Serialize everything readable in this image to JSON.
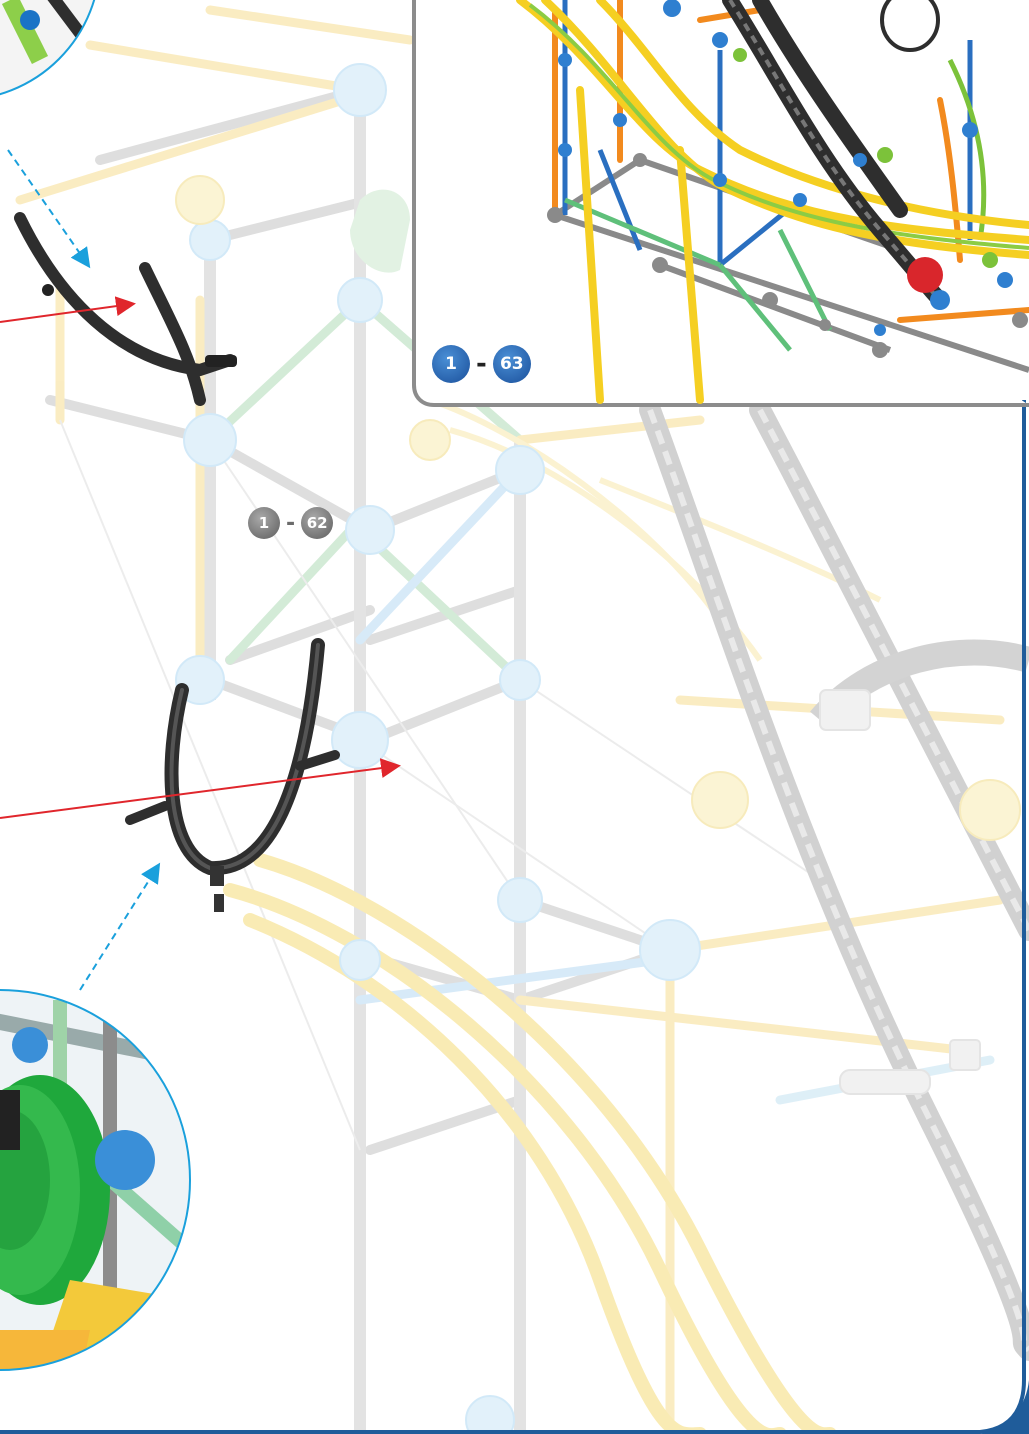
{
  "steps": {
    "previous": {
      "from": "1",
      "to": "62"
    },
    "current": {
      "from": "1",
      "to": "63"
    }
  },
  "separator": "-",
  "colors": {
    "panel_border": "#8c8c8c",
    "page_border": "#1f5c9a",
    "badge_current": "#1f5aa6",
    "badge_previous": "#777777",
    "arrow_red": "#e0262c",
    "arrow_dashed_blue": "#1aa0dc",
    "callout_ring": "#1aa0dc",
    "part_black": "#2e2e2e",
    "track_yellow": "#f2d13a",
    "connector_blue": "#7fc3ea",
    "rod_gray": "#8a8a8a",
    "wheel_green": "#1fa83c"
  },
  "icons": [
    "curved-track-piece-icon",
    "u-track-piece-icon",
    "inset-zoom-callout-icon"
  ]
}
